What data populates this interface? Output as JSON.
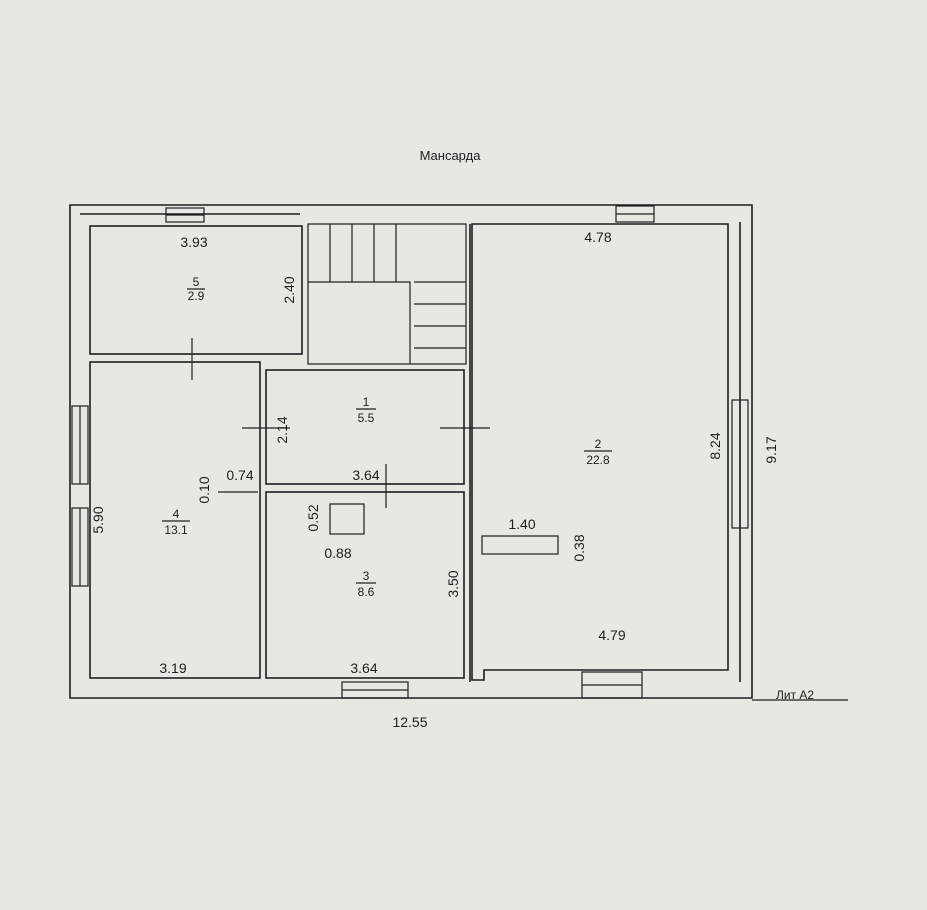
{
  "title": "Мансарда",
  "lit_label": "Лит А2",
  "rooms": [
    {
      "number": "1",
      "area": "5.5"
    },
    {
      "number": "2",
      "area": "22.8"
    },
    {
      "number": "3",
      "area": "8.6"
    },
    {
      "number": "4",
      "area": "13.1"
    },
    {
      "number": "5",
      "area": "2.9"
    }
  ],
  "dimensions": {
    "room5_width": "3.93",
    "room5_height": "2.40",
    "room2_top": "4.78",
    "room2_height": "8.24",
    "overall_height": "9.17",
    "room1_height": "2.14",
    "room1_width": "3.64",
    "corridor_gap": "0.10",
    "corridor_width": "0.74",
    "room4_height": "5.90",
    "room4_bottom": "3.19",
    "room3_niche_h": "0.52",
    "room3_niche_w": "0.88",
    "room3_height": "3.50",
    "room3_bottom": "3.64",
    "room2_niche_w": "1.40",
    "room2_niche_h": "0.38",
    "room2_bottom": "4.79",
    "overall_width": "12.55"
  }
}
